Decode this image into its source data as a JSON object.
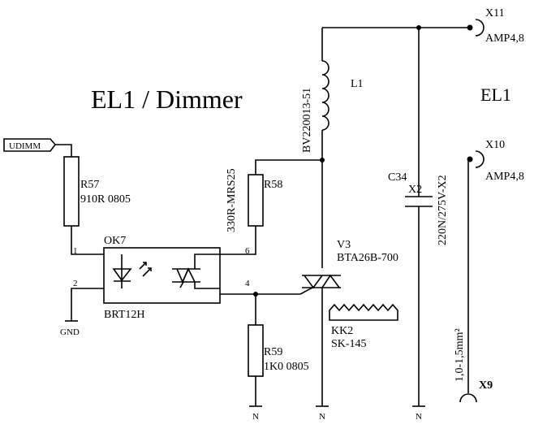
{
  "title": "EL1 / Dimmer",
  "section_label": "EL1",
  "input": {
    "signal": "UDIMM",
    "ground": "GND"
  },
  "components": {
    "r57": {
      "ref": "R57",
      "value": "910R 0805"
    },
    "r58": {
      "ref": "R58",
      "value": "330R-MRS25"
    },
    "r59": {
      "ref": "R59",
      "value": "1K0 0805"
    },
    "ok7": {
      "ref": "OK7",
      "part": "BRT12H",
      "pin1": "1",
      "pin2": "2",
      "pin4": "4",
      "pin6": "6"
    },
    "l1": {
      "ref": "L1",
      "part": "BV220013-51"
    },
    "v3": {
      "ref": "V3",
      "part": "BTA26B-700"
    },
    "kk2": {
      "ref": "KK2",
      "part": "SK-145"
    },
    "c34": {
      "ref": "C34",
      "class": "X2",
      "value": "220N/275V-X2"
    }
  },
  "connectors": {
    "x11": {
      "ref": "X11",
      "part": "AMP4,8"
    },
    "x10": {
      "ref": "X10",
      "part": "AMP4,8"
    },
    "x9": {
      "ref": "X9",
      "wire": "1,0-1,5mm²"
    }
  },
  "net_n": "N"
}
